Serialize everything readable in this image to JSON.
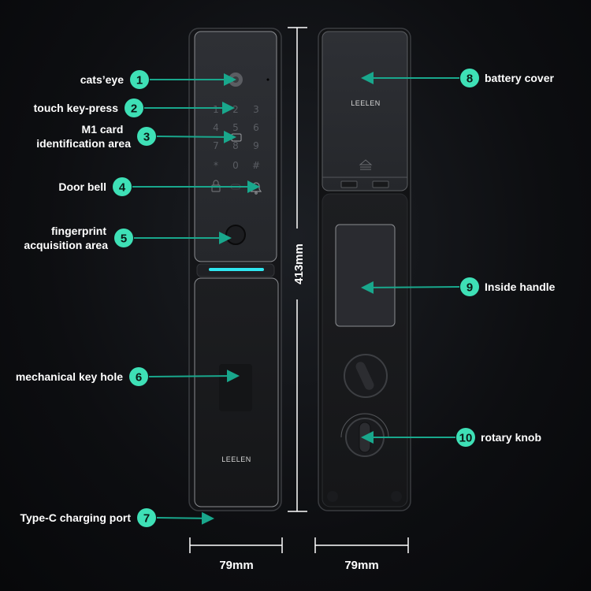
{
  "brand": "LEELEN",
  "colors": {
    "badge": "#3ee0b6",
    "arrow": "#19a78c",
    "light_bar": "#2fe6f0"
  },
  "dimensions": {
    "height": "413mm",
    "width_front": "79mm",
    "width_back": "79mm"
  },
  "keypad": [
    "1",
    "2",
    "3",
    "4",
    "5",
    "6",
    "7",
    "8",
    "9",
    "*",
    "0",
    "#"
  ],
  "callouts": [
    {
      "num": "1",
      "label": "cats’eye"
    },
    {
      "num": "2",
      "label": "touch key-press"
    },
    {
      "num": "3",
      "label_line1": "M1 card",
      "label_line2": "identification area"
    },
    {
      "num": "4",
      "label": "Door bell"
    },
    {
      "num": "5",
      "label_line1": "fingerprint",
      "label_line2": "acquisition area"
    },
    {
      "num": "6",
      "label": "mechanical key hole"
    },
    {
      "num": "7",
      "label": "Type-C charging port"
    },
    {
      "num": "8",
      "label": "battery cover"
    },
    {
      "num": "9",
      "label": "Inside handle"
    },
    {
      "num": "10",
      "label": "rotary knob"
    }
  ]
}
